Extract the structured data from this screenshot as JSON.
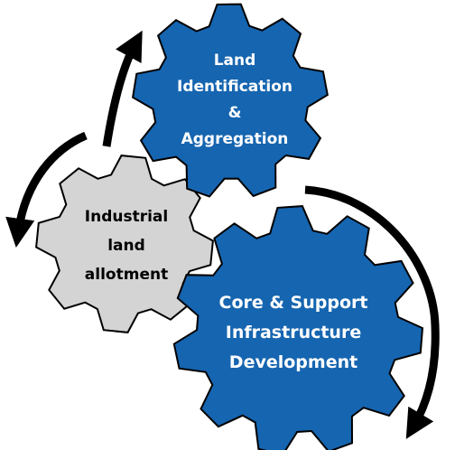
{
  "gears": [
    {
      "lines": [
        "Land",
        "Identification",
        "&",
        "Aggregation"
      ],
      "color": "#1665b0"
    },
    {
      "lines": [
        "Industrial",
        "land",
        "allotment"
      ],
      "color": "#d4d4d4"
    },
    {
      "lines": [
        "Core & Support",
        "Infrastructure",
        "Development"
      ],
      "color": "#1665b0"
    }
  ],
  "colors": {
    "gear_outline": "#000000",
    "arrow": "#000000",
    "text_dark": "#000000",
    "text_light": "#ffffff"
  }
}
